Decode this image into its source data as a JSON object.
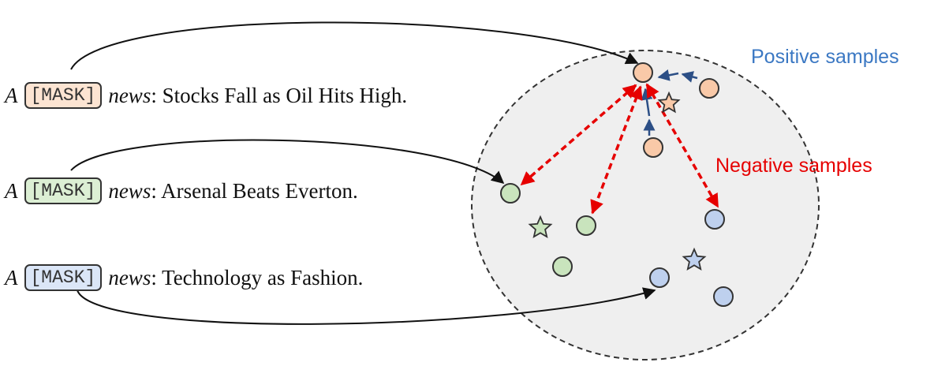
{
  "sentences": [
    {
      "article": "A",
      "mask": "[MASK]",
      "keyword": "news",
      "headline": ": Stocks Fall as Oil Hits High.",
      "color": "#fce4d2"
    },
    {
      "article": "A",
      "mask": "[MASK]",
      "keyword": "news",
      "headline": ": Arsenal Beats Everton.",
      "color": "#dcefd4"
    },
    {
      "article": "A",
      "mask": "[MASK]",
      "keyword": "news",
      "headline": ": Technology as Fashion.",
      "color": "#dbe6f7"
    }
  ],
  "labels": {
    "positive": "Positive samples",
    "negative": "Negative samples"
  },
  "colors": {
    "positive_text": "#3b78c3",
    "negative_text": "#e60000",
    "positive_arrow": "#2c4f86",
    "negative_arrow": "#e60000",
    "orange_fill": "#f9c9a8",
    "green_fill": "#c9e4bd",
    "blue_fill": "#bed0ee",
    "embedding_space": "#efefef"
  },
  "icons": {
    "point": "circle-icon",
    "prototype": "star-icon"
  }
}
